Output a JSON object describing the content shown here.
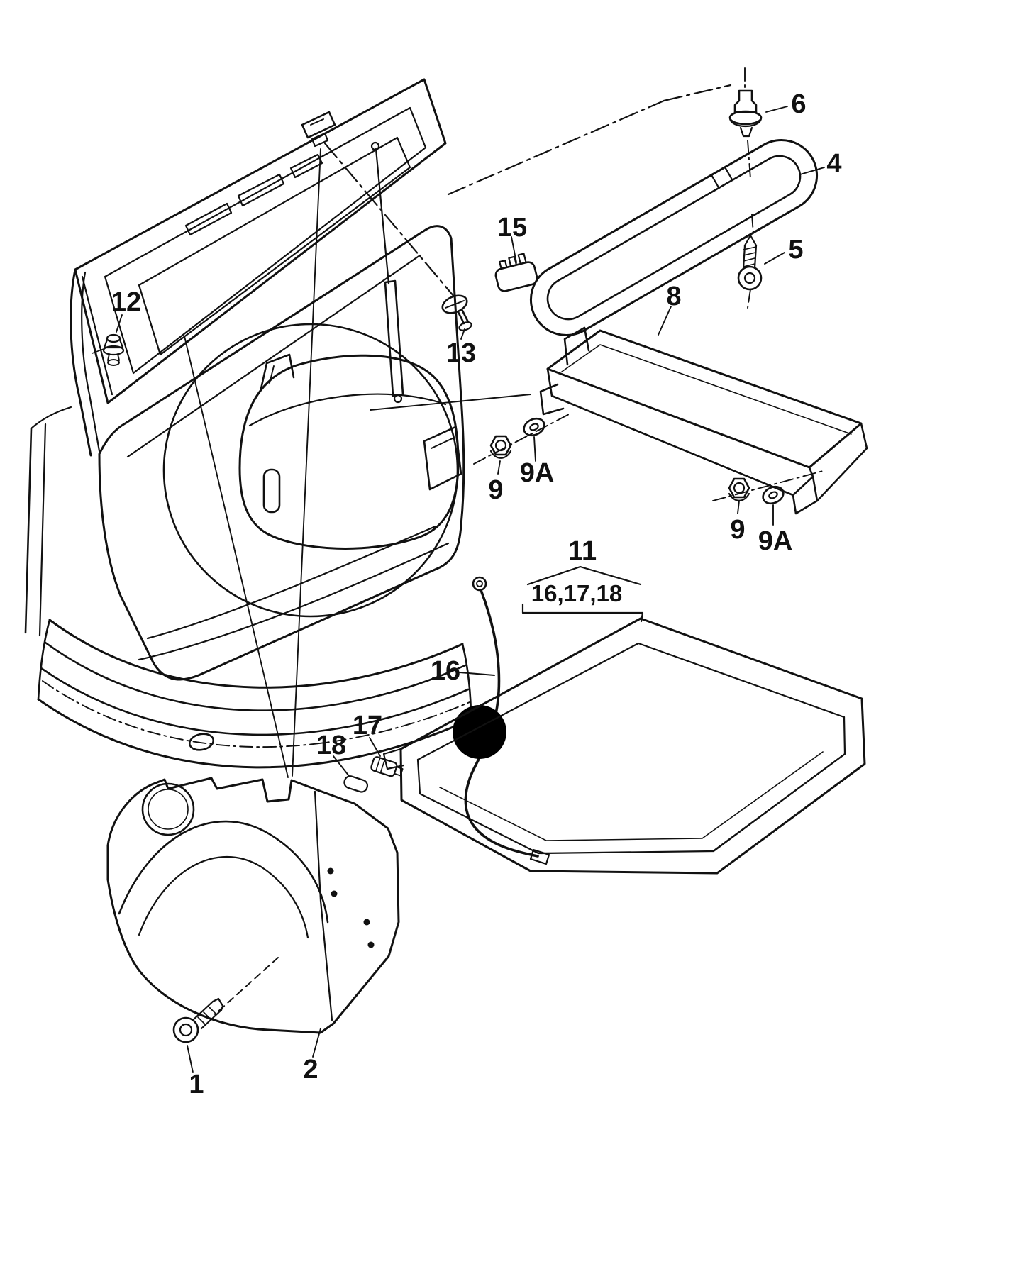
{
  "diagram": {
    "labels": {
      "part1": "1",
      "part2": "2",
      "part4": "4",
      "part5": "5",
      "part6": "6",
      "part8": "8",
      "part9_left": "9",
      "part9a_left": "9A",
      "part9_right": "9",
      "part9a_right": "9A",
      "part11": "11",
      "part12": "12",
      "part13": "13",
      "part15": "15",
      "part16": "16",
      "part17": "17",
      "part18": "18",
      "group11_items": "16,17,18"
    },
    "colors": {
      "line": "#111111",
      "background": "#ffffff",
      "highlight_dot": "#000000"
    }
  }
}
